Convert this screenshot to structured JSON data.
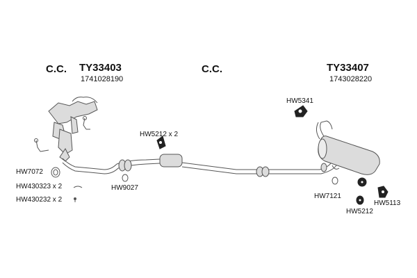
{
  "headings": {
    "cc_left": "C.C.",
    "part_left": "TY33403",
    "oem_left": "1741028190",
    "cc_middle": "C.C.",
    "part_right": "TY33407",
    "oem_right": "1743028220"
  },
  "parts": {
    "hw5341": "HW5341",
    "hw5212x2": "HW5212 x 2",
    "hw7072": "HW7072",
    "hw430323": "HW430323 x 2",
    "hw430232": "HW430232 x 2",
    "hw9027": "HW9027",
    "hw7121": "HW7121",
    "hw5113": "HW5113",
    "hw5212": "HW5212"
  },
  "colors": {
    "line": "#555555",
    "part_fill": "#dcdcdc",
    "rubber": "#222222",
    "text": "#111111"
  }
}
